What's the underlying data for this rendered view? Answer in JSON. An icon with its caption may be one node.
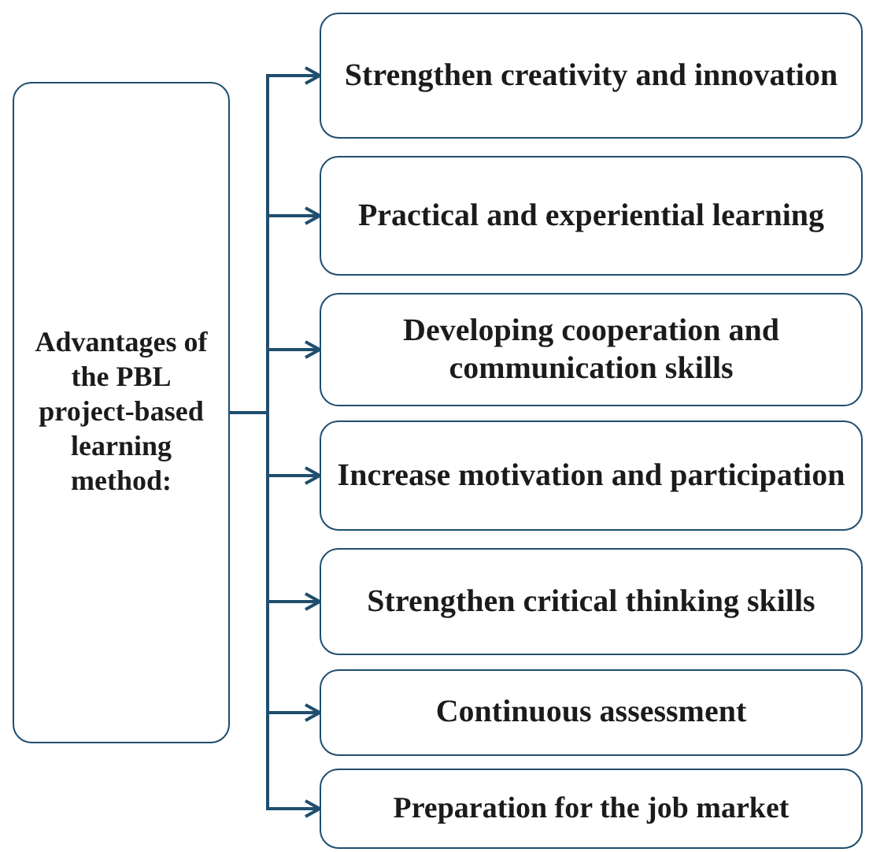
{
  "diagram": {
    "nodes": [
      {
        "text": [
          "Advantages of the PBL project-based learning method:"
        ]
      },
      {
        "text": [
          "Strengthen creativity and innovation"
        ]
      },
      {
        "text": [
          "Practical and experiential learning"
        ]
      },
      {
        "text": [
          "Developing cooperation and communication skills"
        ]
      },
      {
        "text": [
          "Increase motivation and participation"
        ]
      },
      {
        "text": [
          "Strengthen critical thinking skills"
        ]
      },
      {
        "text": [
          "Continuous assessment"
        ]
      },
      {
        "text": [
          "Preparation for the job market"
        ]
      }
    ],
    "edges": [
      {
        "from": 0,
        "to": 1,
        "arrow": "to"
      },
      {
        "from": 0,
        "to": 2,
        "arrow": "to"
      },
      {
        "from": 0,
        "to": 3,
        "arrow": "to"
      },
      {
        "from": 0,
        "to": 4,
        "arrow": "to"
      },
      {
        "from": 0,
        "to": 5,
        "arrow": "to"
      },
      {
        "from": 0,
        "to": 6,
        "arrow": "to"
      },
      {
        "from": 0,
        "to": 7,
        "arrow": "to"
      }
    ]
  }
}
